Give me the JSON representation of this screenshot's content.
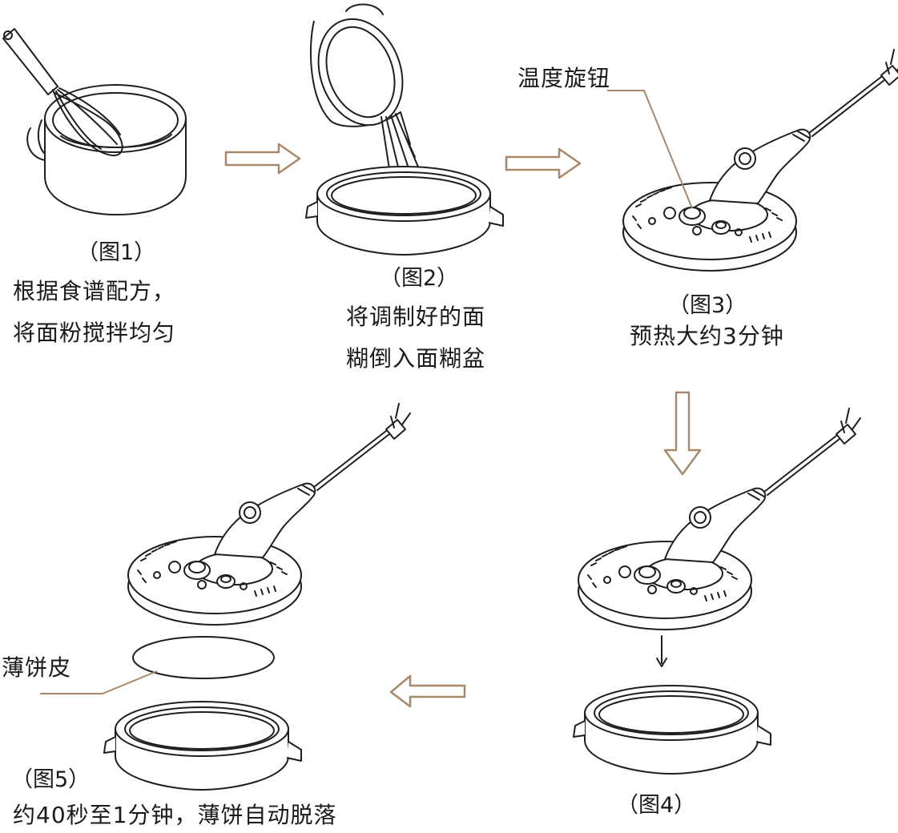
{
  "colors": {
    "ink": "#1e1e1e",
    "arrow": "#a8876a",
    "leader": "#a8876a",
    "background": "#ffffff"
  },
  "steps": [
    {
      "caption": "（图1）",
      "lines": [
        "根据食谱配方，",
        "将面粉搅拌均匀"
      ]
    },
    {
      "caption": "（图2）",
      "lines": [
        "将调制好的面",
        "糊倒入面糊盆"
      ]
    },
    {
      "caption": "（图3）",
      "lines": [
        "预热大约3分钟"
      ]
    },
    {
      "caption": "（图4）",
      "lines": []
    },
    {
      "caption": "（图5）",
      "lines": [
        "约40秒至1分钟，薄饼自动脱落"
      ]
    }
  ],
  "callouts": {
    "temp_knob": "温度旋钮",
    "crepe_sheet": "薄饼皮"
  },
  "icons": {
    "fig1": "mixing-bowl-whisk-icon",
    "fig2": "pouring-pot-icon",
    "fig3": "crepe-maker-icon",
    "fig4": "crepe-maker-lowering-icon",
    "fig5": "crepe-release-icon",
    "arrows": [
      "arrow-right-icon",
      "arrow-right-icon",
      "arrow-down-icon",
      "arrow-left-icon"
    ]
  }
}
